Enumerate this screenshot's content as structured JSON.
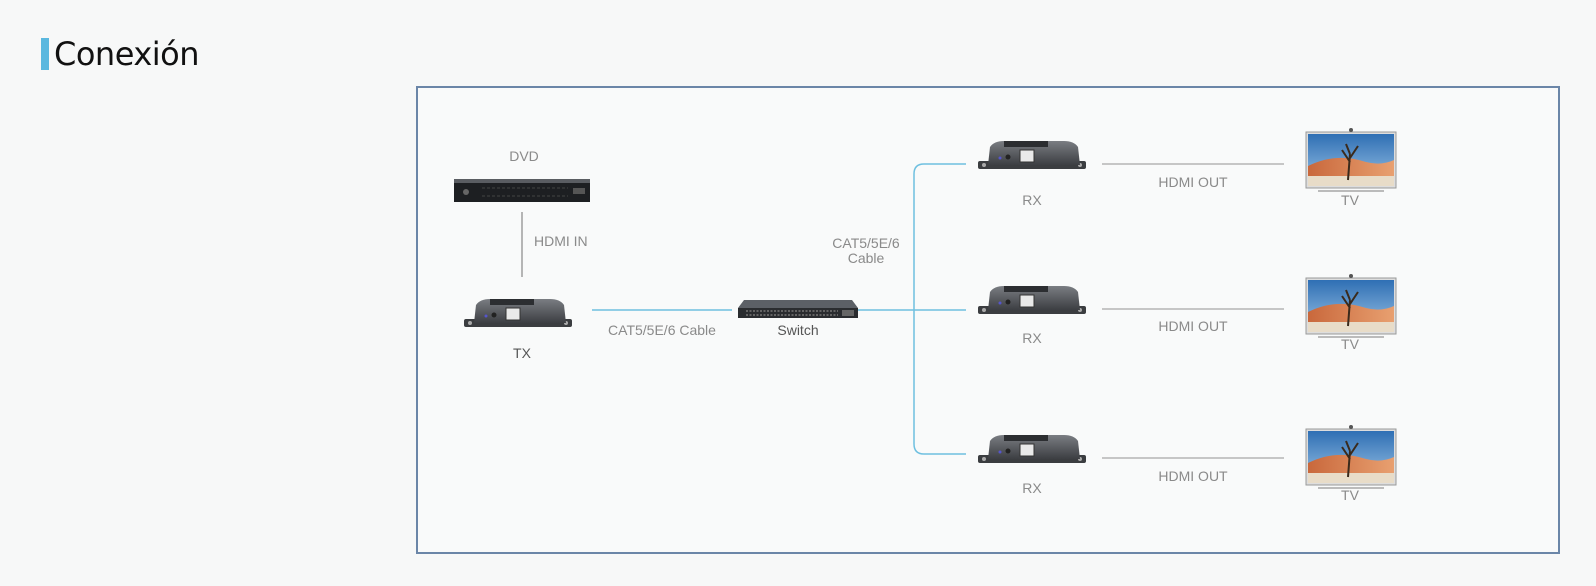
{
  "page": {
    "title": "Conexión"
  },
  "diagram": {
    "dvd_label": "DVD",
    "hdmi_in_label": "HDMI IN",
    "tx_label": "TX",
    "cable_label_tx": "CAT5/5E/6 Cable",
    "switch_label": "Switch",
    "cable_label_branch_line1": "CAT5/5E/6",
    "cable_label_branch_line2": "Cable",
    "receivers": [
      {
        "rx_label": "RX",
        "out_label": "HDMI OUT",
        "tv_label": "TV"
      },
      {
        "rx_label": "RX",
        "out_label": "HDMI OUT",
        "tv_label": "TV"
      },
      {
        "rx_label": "RX",
        "out_label": "HDMI OUT",
        "tv_label": "TV"
      }
    ],
    "colors": {
      "cable": "#6fc0e0",
      "hdmi_line": "#b5b5b5",
      "frame": "#6b86a8",
      "accent": "#5bb8df"
    }
  }
}
